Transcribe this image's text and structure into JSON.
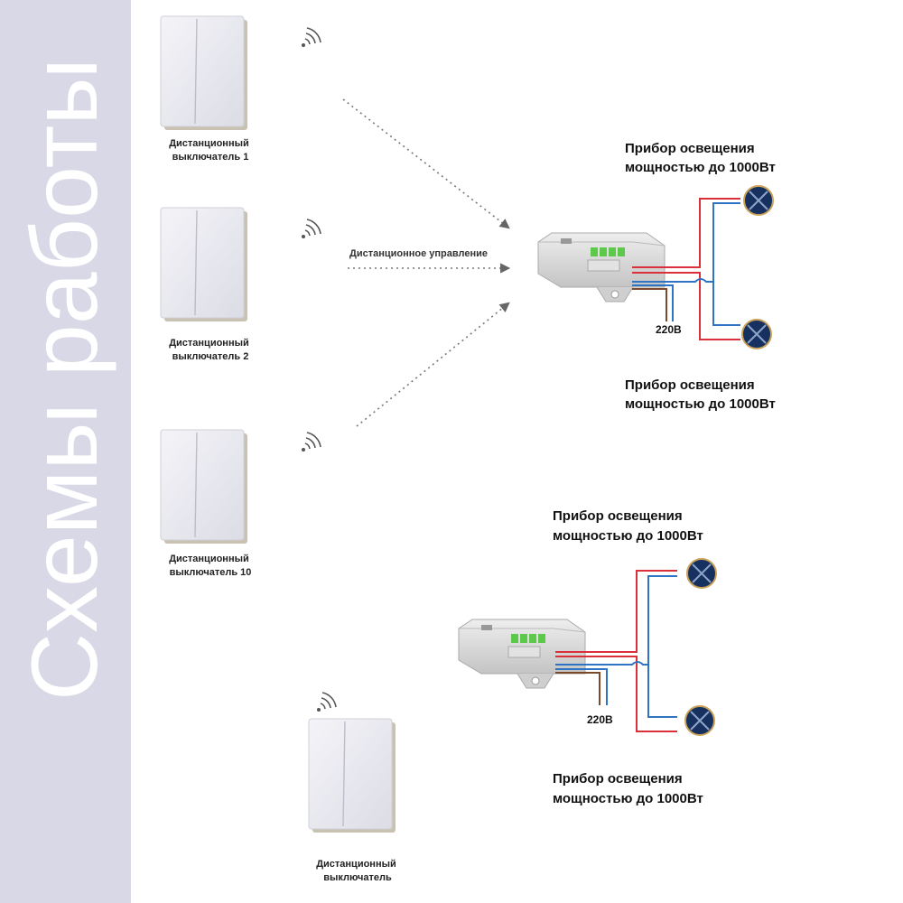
{
  "sidebar": {
    "title": "Схемы работы"
  },
  "colors": {
    "sidebar": "#d8d8e6",
    "live": "#d9303a",
    "neutral": "#2f74c4",
    "brown": "#7a4a2a",
    "lamp": "#16305f",
    "lamp_ring": "#caa25a"
  },
  "icons": [
    "wifi-icon",
    "light-bulb-icon"
  ],
  "scheme1": {
    "switches": [
      {
        "label": [
          "Дистанционный",
          "выключатель 1"
        ]
      },
      {
        "label": [
          "Дистанционный",
          "выключатель 2"
        ]
      },
      {
        "label": [
          "Дистанционный",
          "выключатель 10"
        ]
      }
    ],
    "link_label": "Дистанционное управление",
    "lamp_top": [
      "Прибор освещения",
      "мощностью до 1000Вт"
    ],
    "lamp_bottom": [
      "Прибор освещения",
      "мощностью до 1000Вт"
    ],
    "voltage": "220В"
  },
  "scheme2": {
    "switch": {
      "label": [
        "Дистанционный",
        "выключатель"
      ]
    },
    "lamp_top": [
      "Прибор освещения",
      "мощностью до 1000Вт"
    ],
    "lamp_bottom": [
      "Прибор освещения",
      "мощностью до 1000Вт"
    ],
    "voltage": "220В"
  }
}
